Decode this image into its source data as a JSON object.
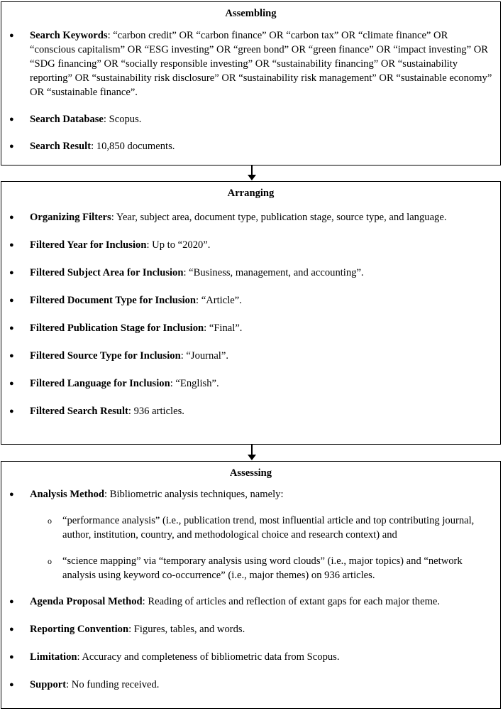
{
  "assembling": {
    "title": "Assembling",
    "items": [
      {
        "label": "Search Keywords",
        "text": ": “carbon credit” OR “carbon finance” OR “carbon tax” OR “climate finance” OR “conscious capitalism” OR “ESG investing” OR “green bond” OR “green finance” OR “impact investing” OR “SDG financing” OR “socially responsible investing” OR “sustainability financing” OR “sustainability reporting” OR “sustainability risk disclosure” OR “sustainability risk management” OR “sustainable economy” OR “sustainable finance”."
      },
      {
        "label": "Search Database",
        "text": ": Scopus."
      },
      {
        "label": "Search Result",
        "text": ": 10,850 documents."
      }
    ]
  },
  "arranging": {
    "title": "Arranging",
    "items": [
      {
        "label": "Organizing Filters",
        "text": ": Year, subject area, document type, publication stage, source type, and language."
      },
      {
        "label": "Filtered Year for Inclusion",
        "text": ": Up to “2020”."
      },
      {
        "label": "Filtered Subject Area for Inclusion",
        "text": ": “Business, management, and accounting”."
      },
      {
        "label": "Filtered Document Type for Inclusion",
        "text": ": “Article”."
      },
      {
        "label": "Filtered Publication Stage for Inclusion",
        "text": ": “Final”."
      },
      {
        "label": "Filtered Source Type for Inclusion",
        "text": ": “Journal”."
      },
      {
        "label": "Filtered Language for Inclusion",
        "text": ": “English”."
      },
      {
        "label": "Filtered Search Result",
        "text": ": 936 articles."
      }
    ]
  },
  "assessing": {
    "title": "Assessing",
    "analysis": {
      "label": "Analysis Method",
      "text": ": Bibliometric analysis techniques, namely:"
    },
    "subitems": [
      "“performance analysis” (i.e., publication trend, most influential article and top contributing journal, author, institution, country, and methodological choice and research context) and",
      "“science mapping” via “temporary analysis using word clouds” (i.e., major topics) and “network analysis using keyword co-occurrence” (i.e., major themes) on 936 articles."
    ],
    "items": [
      {
        "label": "Agenda Proposal Method",
        "text": ": Reading of articles and reflection of extant gaps for each major theme."
      },
      {
        "label": "Reporting Convention",
        "text": ": Figures, tables, and words."
      },
      {
        "label": "Limitation",
        "text": ": Accuracy and completeness of bibliometric data from Scopus."
      },
      {
        "label": "Support",
        "text": ": No funding received."
      }
    ]
  },
  "glyphs": {
    "bullet": "●",
    "subbullet": "o"
  }
}
